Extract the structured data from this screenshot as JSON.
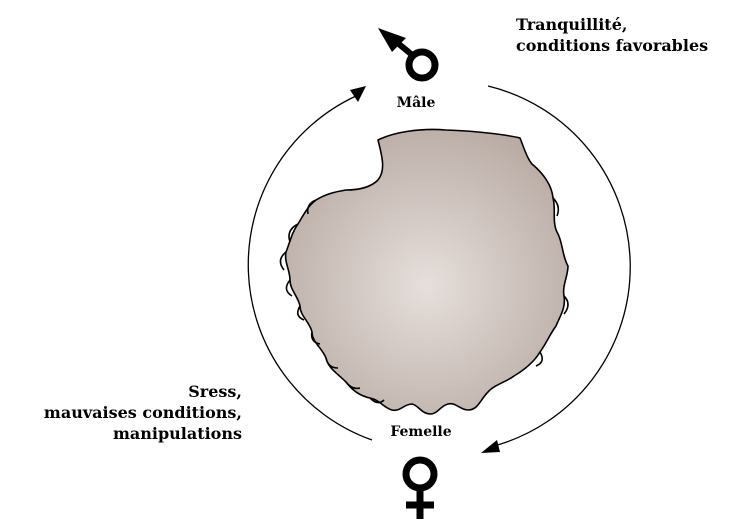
{
  "labels": {
    "top_condition": [
      "Tranquillité,",
      "conditions favorables"
    ],
    "bottom_condition": [
      "Sress,",
      "mauvaises conditions,",
      "manipulations"
    ],
    "male": "Mâle",
    "female": "Femelle"
  },
  "icons": {
    "male": "male-symbol-icon",
    "female": "female-symbol-icon"
  },
  "colors": {
    "organism_center": "#e4dcd8",
    "organism_edge": "#b9aba4",
    "stroke": "#000000"
  }
}
